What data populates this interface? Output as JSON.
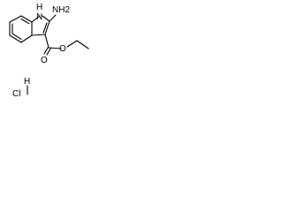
{
  "molecule": {
    "labels": {
      "indole_nh": "H",
      "indole_n": "N",
      "amino": "NH2",
      "carbonyl_o": "O",
      "ester_o": "O",
      "hcl_h": "H",
      "hcl_cl": "Cl"
    },
    "colors": {
      "bond": "#000000",
      "label": "#000000",
      "background": "#ffffff"
    }
  }
}
